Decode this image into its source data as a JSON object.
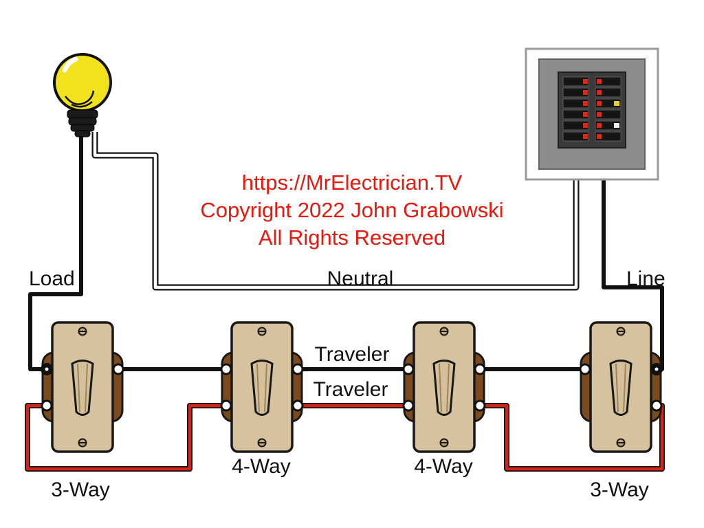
{
  "colors": {
    "background": "#ffffff",
    "hot_wire": "#111111",
    "neutral_wire": "#ffffff",
    "traveler_wire": "#d1251b",
    "label_text": "#111111",
    "watermark_text": "#e8180e",
    "bulb_glass": "#f2e21c",
    "switch_plate": "#d6c29e",
    "switch_body": "#7c4a1f",
    "panel_gray": "#8d8d8d"
  },
  "watermark": {
    "line1": "https://MrElectrician.TV",
    "line2": "Copyright 2022 John Grabowski",
    "line3": "All Rights Reserved"
  },
  "wire_labels": {
    "load": "Load",
    "neutral": "Neutral",
    "line": "Line",
    "traveler_top": "Traveler",
    "traveler_bottom": "Traveler"
  },
  "switches": [
    {
      "label": "3-Way"
    },
    {
      "label": "4-Way"
    },
    {
      "label": "4-Way"
    },
    {
      "label": "3-Way"
    }
  ]
}
